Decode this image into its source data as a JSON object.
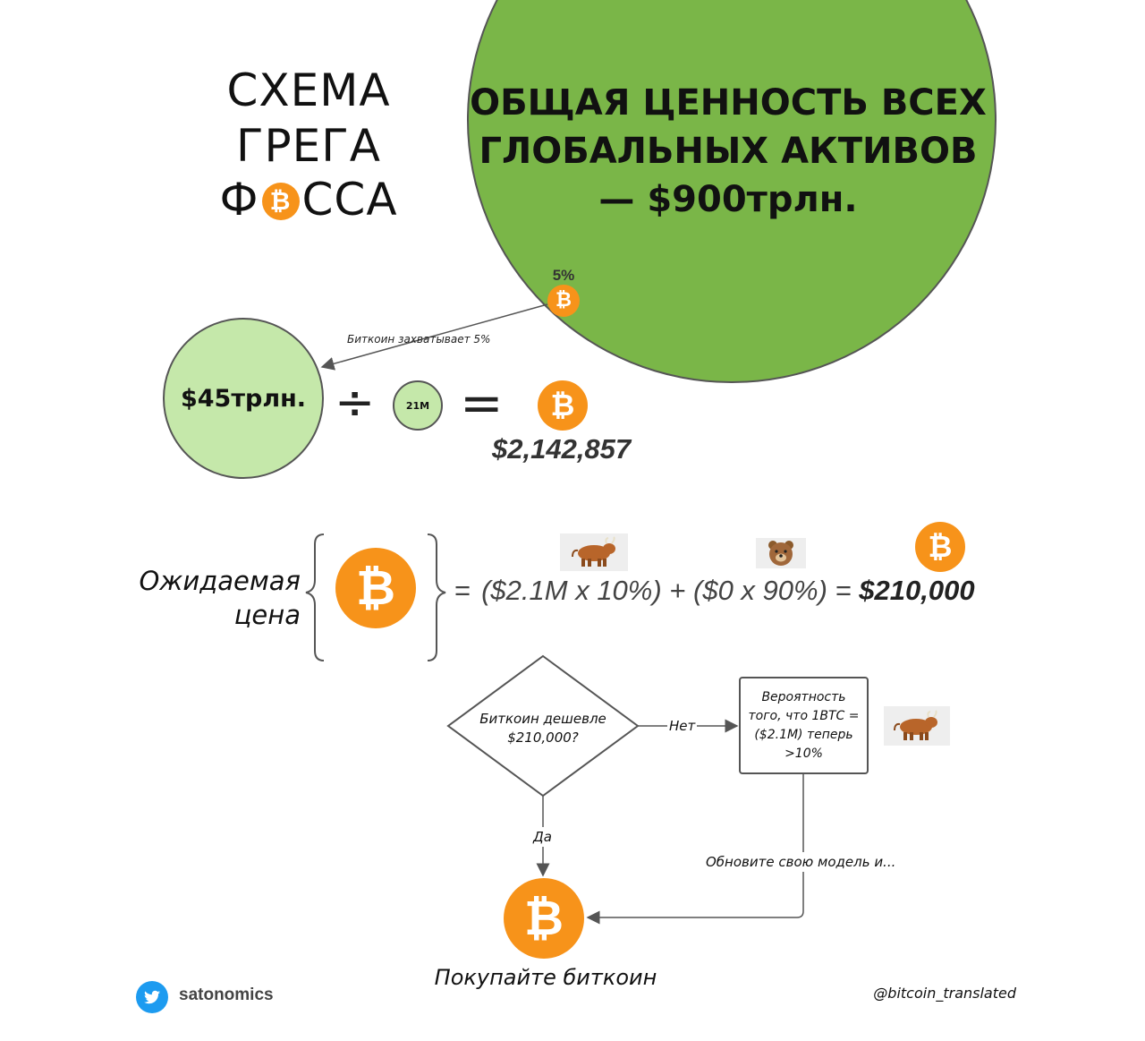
{
  "title": {
    "line1": "СХЕМА",
    "line2": "ГРЕГА",
    "line3_before": "Ф",
    "line3_after": "ССА"
  },
  "global_assets": {
    "text": "ОБЩАЯ ЦЕННОСТЬ ВСЕХ ГЛОБАЛЬНЫХ АКТИВОВ — $900трлн."
  },
  "bitcoin_symbol": "₿",
  "capture": {
    "percent": "5%",
    "label": "Биткоин захватывает 5%"
  },
  "equation": {
    "share": "$45трлн.",
    "divide": "÷",
    "supply": "21M",
    "equals": "=",
    "price": "$2,142,857"
  },
  "expected": {
    "label_line1": "Ожидаемая",
    "label_line2": "цена",
    "equals": "=",
    "formula": "($2.1M x 10%) + ($0 x 90%) =",
    "result": "$210,000"
  },
  "icons": {
    "bull": "bull-icon",
    "bear": "bear-icon",
    "bitcoin": "bitcoin-icon",
    "twitter": "twitter-icon"
  },
  "flow": {
    "decision": "Биткоин дешевле $210,000?",
    "no_label": "Нет",
    "yes_label": "Да",
    "probability": "Вероятность того, что 1BTC = ($2.1M) теперь >10%",
    "update_label": "Обновите свою модель и...",
    "buy": "Покупайте биткоин"
  },
  "footer": {
    "twitter_handle": "satonomics",
    "telegram_handle": "@bitcoin_translated"
  },
  "colors": {
    "green_big": "#7ab648",
    "green_light": "#c5e8aa",
    "bitcoin_orange": "#f7931a",
    "twitter_blue": "#1d9bf0"
  }
}
